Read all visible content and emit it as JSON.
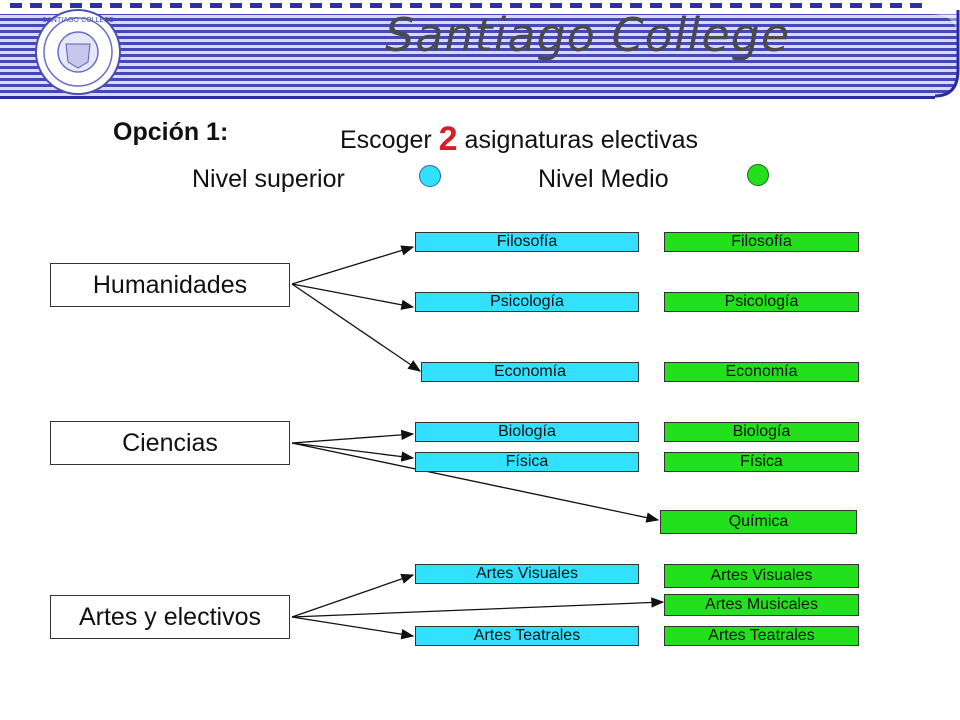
{
  "header": {
    "college_name": "Santiago College",
    "seal": "SANTIAGO COLLEGE"
  },
  "title": {
    "option_label": "Opción 1:",
    "option_text_before": "Escoger",
    "option_number": "2",
    "option_text_after": "asignaturas electivas"
  },
  "legend": {
    "superior_label": "Nivel superior",
    "medio_label": "Nivel Medio",
    "superior_color": "#33e0ff",
    "medio_color": "#22e11c"
  },
  "categories": {
    "humanidades": "Humanidades",
    "ciencias": "Ciencias",
    "artes": "Artes y electivos"
  },
  "subjects": {
    "hl": {
      "filosofia": "Filosofía",
      "psicologia": "Psicología",
      "economia": "Economía",
      "biologia": "Biología",
      "fisica": "Física",
      "artes_visuales": "Artes Visuales",
      "artes_teatrales": "Artes Teatrales"
    },
    "sl": {
      "filosofia": "Filosofía",
      "psicologia": "Psicología",
      "economia": "Economía",
      "biologia": "Biología",
      "fisica": "Física",
      "quimica": "Química",
      "artes_visuales": "Artes Visuales",
      "artes_musicales": "Artes Musicales",
      "artes_teatrales": "Artes Teatrales"
    }
  }
}
